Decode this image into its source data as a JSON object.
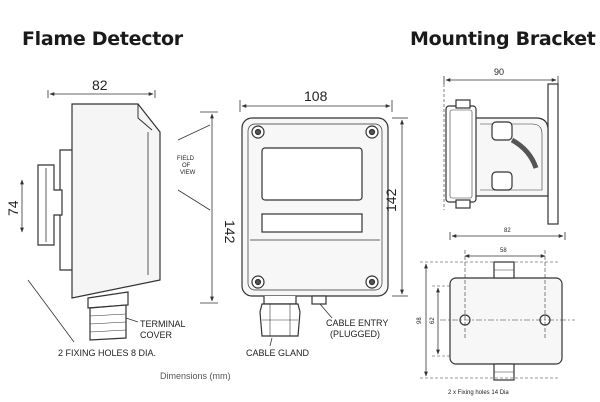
{
  "titles": {
    "flame_detector": "Flame Detector",
    "mounting_bracket": "Mounting Bracket"
  },
  "side_view": {
    "width_dim": "82",
    "height_dim": "142",
    "bracket_dim": "74",
    "field_of_view": [
      "FIELD",
      "OF",
      "VIEW"
    ],
    "terminal_cover": [
      "TERMINAL",
      "COVER"
    ],
    "fixing_holes": "2 FIXING HOLES 8 DIA."
  },
  "front_view": {
    "width_dim": "108",
    "height_dim": "142",
    "cable_entry": [
      "CABLE ENTRY",
      "(PLUGGED)"
    ],
    "cable_gland": "CABLE GLAND"
  },
  "bracket_side": {
    "width_dim": "90"
  },
  "bracket_plan": {
    "outer_dim": "82",
    "inner_dim": "58",
    "height_outer": "98",
    "height_inner": "62",
    "fixing_holes": "2 x Fixing holes 14 Dia"
  },
  "caption": "Dimensions (mm)",
  "colors": {
    "ink": "#1a1a1a",
    "line": "#333333",
    "fill": "#f4f4f4"
  }
}
